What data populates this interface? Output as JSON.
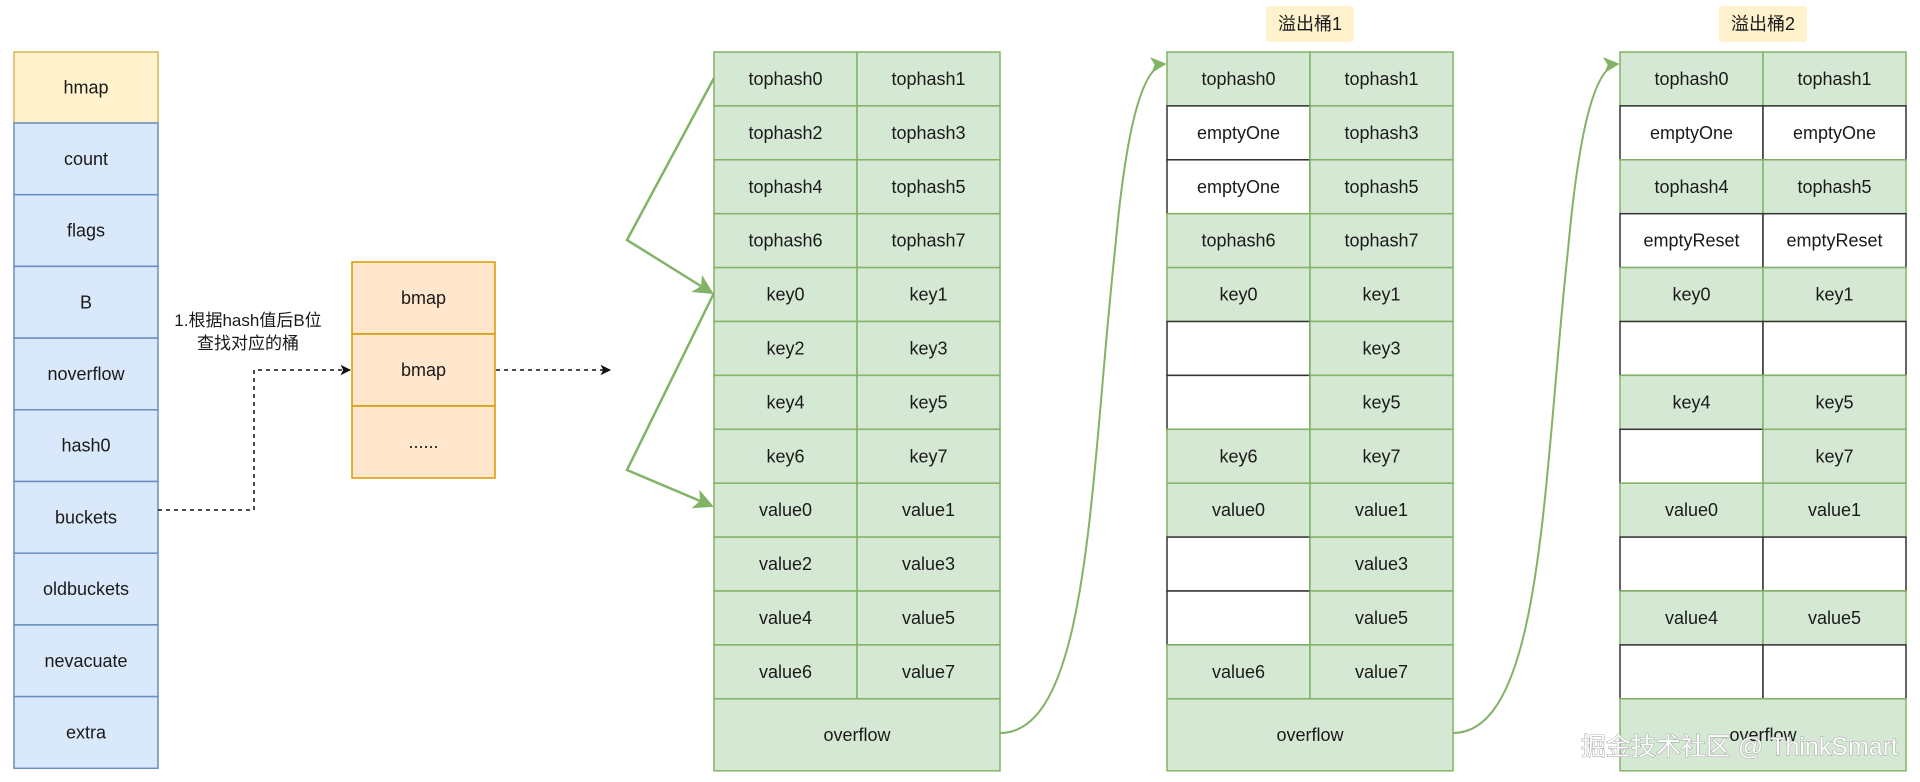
{
  "colors": {
    "hmap_header_fill": "#fff2cc",
    "hmap_header_stroke": "#d6b656",
    "hmap_field_fill": "#dae8fc",
    "hmap_field_stroke": "#6c8ebf",
    "bmap_fill": "#ffe6cc",
    "bmap_stroke": "#d79b00",
    "bucket_fill": "#d5e8d4",
    "bucket_stroke": "#82b366",
    "empty_fill": "#ffffff",
    "empty_stroke": "#333333",
    "label_fill": "#fff2cc",
    "text": "#1a1a1a",
    "connector": "#111111",
    "arrow_green": "#82b366",
    "watermark": "#ffffff"
  },
  "hmap": {
    "header": "hmap",
    "fields": [
      "count",
      "flags",
      "B",
      "noverflow",
      "hash0",
      "buckets",
      "oldbuckets",
      "nevacuate",
      "extra"
    ]
  },
  "annotation": {
    "line1": "1.根据hash值后B位",
    "line2": "查找对应的桶"
  },
  "bmap_array": {
    "cells": [
      "bmap",
      "bmap",
      "......"
    ]
  },
  "buckets": [
    {
      "label": "",
      "rows": [
        [
          {
            "t": "tophash0"
          },
          {
            "t": "tophash1"
          }
        ],
        [
          {
            "t": "tophash2"
          },
          {
            "t": "tophash3"
          }
        ],
        [
          {
            "t": "tophash4"
          },
          {
            "t": "tophash5"
          }
        ],
        [
          {
            "t": "tophash6"
          },
          {
            "t": "tophash7"
          }
        ],
        [
          {
            "t": "key0"
          },
          {
            "t": "key1"
          }
        ],
        [
          {
            "t": "key2"
          },
          {
            "t": "key3"
          }
        ],
        [
          {
            "t": "key4"
          },
          {
            "t": "key5"
          }
        ],
        [
          {
            "t": "key6"
          },
          {
            "t": "key7"
          }
        ],
        [
          {
            "t": "value0"
          },
          {
            "t": "value1"
          }
        ],
        [
          {
            "t": "value2"
          },
          {
            "t": "value3"
          }
        ],
        [
          {
            "t": "value4"
          },
          {
            "t": "value5"
          }
        ],
        [
          {
            "t": "value6"
          },
          {
            "t": "value7"
          }
        ]
      ],
      "overflow": "overflow"
    },
    {
      "label": "溢出桶1",
      "rows": [
        [
          {
            "t": "tophash0"
          },
          {
            "t": "tophash1"
          }
        ],
        [
          {
            "t": "emptyOne",
            "e": true
          },
          {
            "t": "tophash3"
          }
        ],
        [
          {
            "t": "emptyOne",
            "e": true
          },
          {
            "t": "tophash5"
          }
        ],
        [
          {
            "t": "tophash6"
          },
          {
            "t": "tophash7"
          }
        ],
        [
          {
            "t": "key0"
          },
          {
            "t": "key1"
          }
        ],
        [
          {
            "t": "",
            "e": true
          },
          {
            "t": "key3"
          }
        ],
        [
          {
            "t": "",
            "e": true
          },
          {
            "t": "key5"
          }
        ],
        [
          {
            "t": "key6"
          },
          {
            "t": "key7"
          }
        ],
        [
          {
            "t": "value0"
          },
          {
            "t": "value1"
          }
        ],
        [
          {
            "t": "",
            "e": true
          },
          {
            "t": "value3"
          }
        ],
        [
          {
            "t": "",
            "e": true
          },
          {
            "t": "value5"
          }
        ],
        [
          {
            "t": "value6"
          },
          {
            "t": "value7"
          }
        ]
      ],
      "overflow": "overflow"
    },
    {
      "label": "溢出桶2",
      "rows": [
        [
          {
            "t": "tophash0"
          },
          {
            "t": "tophash1"
          }
        ],
        [
          {
            "t": "emptyOne",
            "e": true
          },
          {
            "t": "emptyOne",
            "e": true
          }
        ],
        [
          {
            "t": "tophash4"
          },
          {
            "t": "tophash5"
          }
        ],
        [
          {
            "t": "emptyReset",
            "e": true
          },
          {
            "t": "emptyReset",
            "e": true
          }
        ],
        [
          {
            "t": "key0"
          },
          {
            "t": "key1"
          }
        ],
        [
          {
            "t": "",
            "e": true
          },
          {
            "t": "",
            "e": true
          }
        ],
        [
          {
            "t": "key4"
          },
          {
            "t": "key5"
          }
        ],
        [
          {
            "t": "",
            "e": true
          },
          {
            "t": "key7"
          }
        ],
        [
          {
            "t": "value0"
          },
          {
            "t": "value1"
          }
        ],
        [
          {
            "t": "",
            "e": true
          },
          {
            "t": "",
            "e": true
          }
        ],
        [
          {
            "t": "value4"
          },
          {
            "t": "value5"
          }
        ],
        [
          {
            "t": "",
            "e": true
          },
          {
            "t": "",
            "e": true
          }
        ]
      ],
      "overflow": "overflow"
    }
  ],
  "watermark": {
    "text": "掘金技术社区 @ ThinkSmart"
  }
}
